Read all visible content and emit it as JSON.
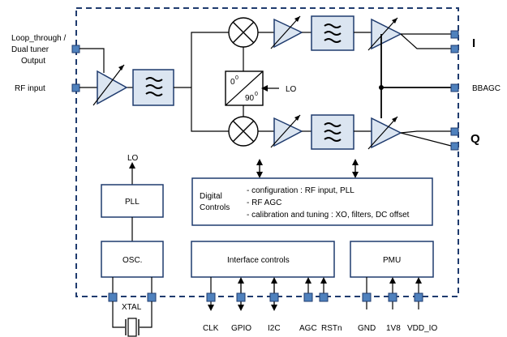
{
  "labels": {
    "loop_line1": "Loop_through /",
    "loop_line2": "Dual tuner",
    "loop_line3": "Output",
    "rf_input": "RF input",
    "lo_mixer": "LO",
    "lo_pll": "LO",
    "phase_0": "0",
    "phase_90": "90",
    "phase_sup": "0",
    "out_i": "I",
    "out_q": "Q",
    "bbagc": "BBAGC",
    "pll": "PLL",
    "osc": "OSC.",
    "xtal": "XTAL",
    "digital_line1": "Digital",
    "digital_line2": "Controls",
    "dc_item1": "- configuration : RF input, PLL",
    "dc_item2": "- RF AGC",
    "dc_item3": "- calibration and tuning : XO, filters, DC offset",
    "interface_controls": "Interface controls",
    "pmu": "PMU",
    "pin_clk": "CLK",
    "pin_gpio": "GPIO",
    "pin_i2c": "I2C",
    "pin_agc": "AGC",
    "pin_rstn": "RSTn",
    "pin_gnd": "GND",
    "pin_1v8": "1V8",
    "pin_vddio": "VDD_IO"
  },
  "colors": {
    "accent": "#4f81bd",
    "block_fill": "#dbe5f1",
    "border": "#1f3b6e"
  }
}
